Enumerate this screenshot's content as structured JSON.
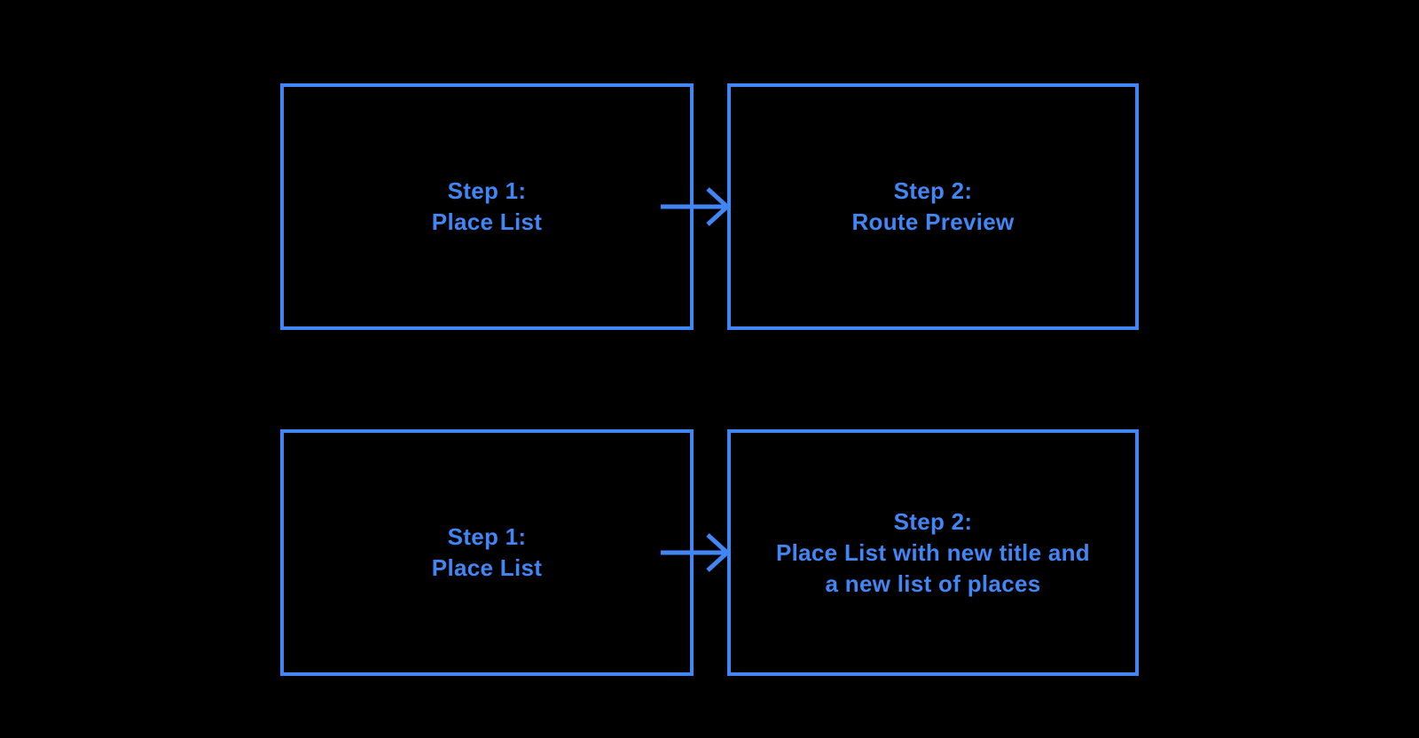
{
  "colors": {
    "accent": "#4285F4",
    "background": "#000000"
  },
  "diagram": {
    "rows": [
      {
        "source": {
          "step": "Step 1:",
          "lines": [
            "Place List"
          ]
        },
        "target": {
          "step": "Step 2:",
          "lines": [
            "Route Preview"
          ]
        }
      },
      {
        "source": {
          "step": "Step 1:",
          "lines": [
            "Place List"
          ]
        },
        "target": {
          "step": "Step 2:",
          "lines": [
            "Place List with new title and",
            "a new list of places"
          ]
        }
      }
    ]
  }
}
